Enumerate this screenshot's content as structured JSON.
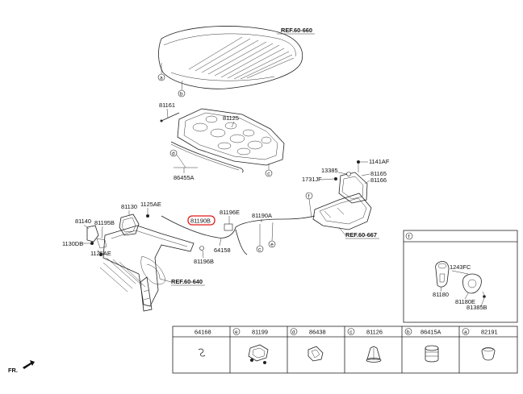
{
  "references": {
    "top": "REF.60-660",
    "right": "REF.60-667",
    "bottom": "REF.60-640"
  },
  "parts": {
    "p81161": "81161",
    "p81125": "81125",
    "p86455A": "86455A",
    "p1141AF": "1141AF",
    "p13385": "13385",
    "p81165": "81165",
    "p81166": "81166",
    "p1731JF": "1731JF",
    "p81130": "81130",
    "p1125AE_a": "1125AE",
    "p81140": "81140",
    "p81195B": "81195B",
    "p1130DB": "1130DB",
    "p1125AE_b": "1125AE",
    "p81190B": "81190B",
    "p81196E": "81196E",
    "p81190A": "81190A",
    "p64158": "64158",
    "p81196B": "81196B",
    "p1243FC": "1243FC",
    "p81180": "81180",
    "p81180E": "81180E",
    "p81385B": "81385B"
  },
  "callouts": {
    "a": "a",
    "b": "b",
    "c": "c",
    "d": "d",
    "e": "e",
    "f": "f"
  },
  "detail_box": {
    "letter": "f"
  },
  "table": {
    "cells": [
      {
        "letter": "",
        "part": "64168",
        "icon": "clip-icon"
      },
      {
        "letter": "e",
        "part": "81199",
        "icon": "bracket-icon"
      },
      {
        "letter": "d",
        "part": "86438",
        "icon": "retainer-icon"
      },
      {
        "letter": "c",
        "part": "81126",
        "icon": "push-clip-icon"
      },
      {
        "letter": "b",
        "part": "86415A",
        "icon": "grommet-icon"
      },
      {
        "letter": "a",
        "part": "82191",
        "icon": "bumper-icon"
      }
    ]
  },
  "orientation": {
    "label": "FR."
  },
  "highlight_color": "#e21b1b"
}
